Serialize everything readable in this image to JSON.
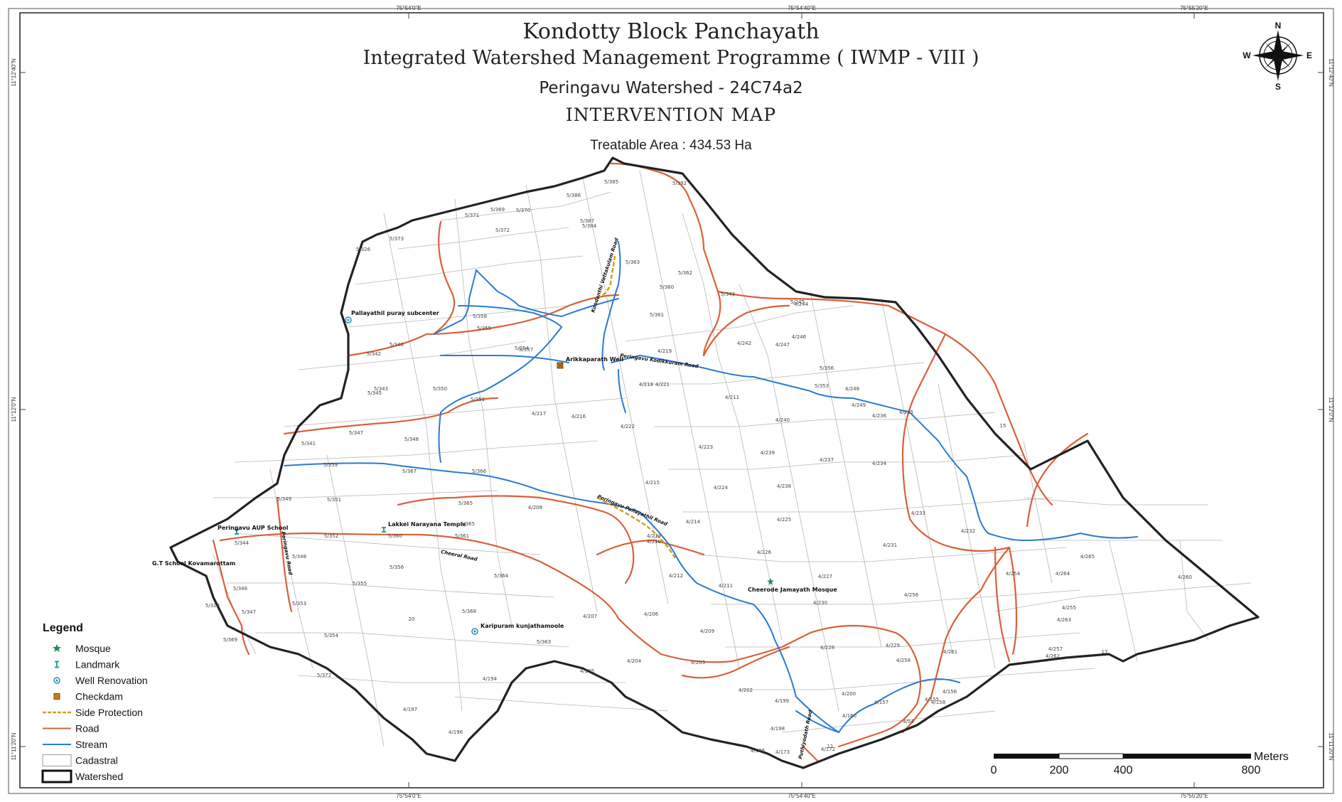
{
  "title": {
    "line1": "Kondotty Block Panchayath",
    "line2": "Integrated Watershed Management Programme ( IWMP - VIII )",
    "line3": "Peringavu Watershed - 24C74a2",
    "line4": "INTERVENTION MAP",
    "line5": "Treatable Area : 434.53 Ha"
  },
  "coordinates": {
    "top": [
      "75°54'0\"E",
      "75°54'40\"E",
      "75°55'20\"E"
    ],
    "bottom": [
      "75°54'0\"E",
      "75°54'40\"E",
      "75°55'20\"E"
    ],
    "left": [
      "11°12'40\"N",
      "11°12'0\"N",
      "11°11'20\"N"
    ],
    "right": [
      "11°12'40\"N",
      "11°12'0\"N",
      "11°11'20\"N"
    ]
  },
  "north_arrow": {
    "n": "N",
    "s": "S",
    "e": "E",
    "w": "W"
  },
  "legend": {
    "title": "Legend",
    "items": [
      {
        "label": "Mosque",
        "symbol": "star",
        "color": "#2e8b57"
      },
      {
        "label": "Landmark",
        "symbol": "landmark",
        "color": "#2aa198"
      },
      {
        "label": "Well Renovation",
        "symbol": "well",
        "color": "#1e90b0"
      },
      {
        "label": "Checkdam",
        "symbol": "checkdam",
        "color": "#c8781e"
      },
      {
        "label": "Side Protection",
        "symbol": "dash",
        "color": "#d4a017"
      },
      {
        "label": "Road",
        "symbol": "line",
        "color": "#d9603b"
      },
      {
        "label": "Stream",
        "symbol": "line",
        "color": "#2b7bd0"
      },
      {
        "label": "Cadastral",
        "symbol": "box",
        "color": "#999999"
      },
      {
        "label": "Watershed",
        "symbol": "boxbold",
        "color": "#111111"
      }
    ]
  },
  "scale": {
    "unit": "Meters",
    "ticks": [
      "0",
      "200",
      "400",
      "800"
    ]
  },
  "places": [
    "Pallayathil puray subcenter",
    "Arikkaparath Well",
    "Peringavu AUP School",
    "Lakkei Narayana Temple",
    "G.T School Kovamarottam",
    "Karipuram kunjathamoole",
    "Cheerode Jamayath Mosque"
  ],
  "roads": [
    "Koodanthi Vattakulam Road",
    "Peringavu Kodikkuram Road",
    "Peringavu Pallayathil Road",
    "Cheeral Road",
    "Peringavu Road",
    "Puthiyodath Road"
  ],
  "parcels": [
    "5/385",
    "5/392",
    "5/369",
    "5/370",
    "5/371",
    "5/386",
    "5/387",
    "5/372",
    "5/373",
    "5/326",
    "5/384",
    "5/363",
    "5/362",
    "5/343",
    "5/360",
    "5/361",
    "5/245",
    "4/244",
    "5/358",
    "5/355",
    "5/354",
    "5/357",
    "4/219",
    "4/242",
    "4/247",
    "4/246",
    "5/346",
    "5/342",
    "5/356",
    "5/353",
    "4/218",
    "4/221",
    "4/248",
    "4/211",
    "5/343",
    "5/345",
    "5/351",
    "5/350",
    "4/217",
    "4/216",
    "4/222",
    "4/249",
    "4/236",
    "4/235",
    "4/240",
    "5/341",
    "5/347",
    "5/348",
    "4/223",
    "4/239",
    "4/237",
    "4/234",
    "15",
    "5/359",
    "5/367",
    "5/366",
    "4/215",
    "4/224",
    "4/238",
    "5/349",
    "5/365",
    "4/208",
    "4/214",
    "4/225",
    "4/233",
    "5/351",
    "5/365",
    "5/352",
    "5/360",
    "5/361",
    "4/210",
    "4/213",
    "4/226",
    "4/232",
    "4/231",
    "5/344",
    "5/348",
    "5/356",
    "5/364",
    "4/212",
    "4/211",
    "4/227",
    "4/254",
    "4/264",
    "4/265",
    "4/260",
    "5/346",
    "5/355",
    "5/353",
    "5/368",
    "4/207",
    "4/206",
    "4/230",
    "4/256",
    "4/255",
    "4/263",
    "5/328",
    "5/347",
    "5/354",
    "20",
    "5/363",
    "4/209",
    "4/228",
    "4/229",
    "4/257",
    "4/262",
    "4/258",
    "4/261",
    "17",
    "5/369",
    "5/372",
    "4/194",
    "4/195",
    "4/204",
    "4/203",
    "4/202",
    "4/199",
    "4/200",
    "4/157",
    "4/158",
    "4/156",
    "4/155",
    "4/54",
    "4/197",
    "4/196",
    "4/198",
    "4/160",
    "4/172",
    "4/173",
    "4/186",
    "11"
  ]
}
